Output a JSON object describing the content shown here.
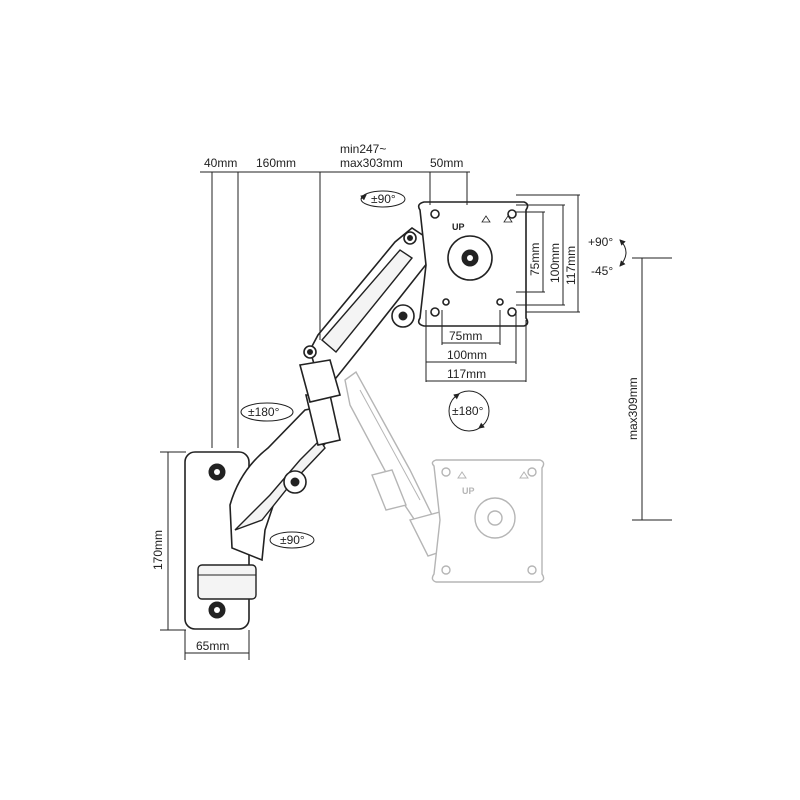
{
  "dimensions": {
    "top": {
      "wall_offset": "40mm",
      "arm1": "160mm",
      "arm2_line1": "min247~",
      "arm2_line2": "max303mm",
      "plate": "50mm"
    },
    "vesa": {
      "h75": "75mm",
      "h100": "100mm",
      "h117": "117mm",
      "v75": "75mm",
      "v100": "100mm",
      "v117": "117mm"
    },
    "tilt_up": "+90°",
    "tilt_down": "-45°",
    "height_max": "max309mm",
    "plate_height": "170mm",
    "plate_width": "65mm"
  },
  "rotations": {
    "top_swivel": "±90°",
    "pivot_180": "±180°",
    "bottom_swivel": "±90°",
    "screen_rotation": "±180°"
  },
  "plate_label": "UP",
  "ghost_plate_label": "UP"
}
